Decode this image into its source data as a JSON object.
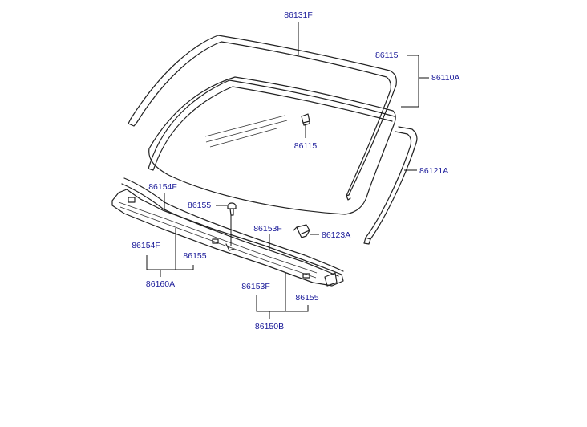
{
  "labels": {
    "l_86131F": "86131F",
    "l_86115_top": "86115",
    "l_86110A": "86110A",
    "l_86115_clip": "86115",
    "l_86121A": "86121A",
    "l_86154F_top": "86154F",
    "l_86155_pin": "86155",
    "l_86153F_mid": "86153F",
    "l_86123A": "86123A",
    "l_86154F_left": "86154F",
    "l_86155_left": "86155",
    "l_86160A": "86160A",
    "l_86153F_bot": "86153F",
    "l_86155_bot": "86155",
    "l_86150B": "86150B"
  },
  "colors": {
    "label": "#1a1a99",
    "line": "#222222",
    "background": "#ffffff"
  }
}
